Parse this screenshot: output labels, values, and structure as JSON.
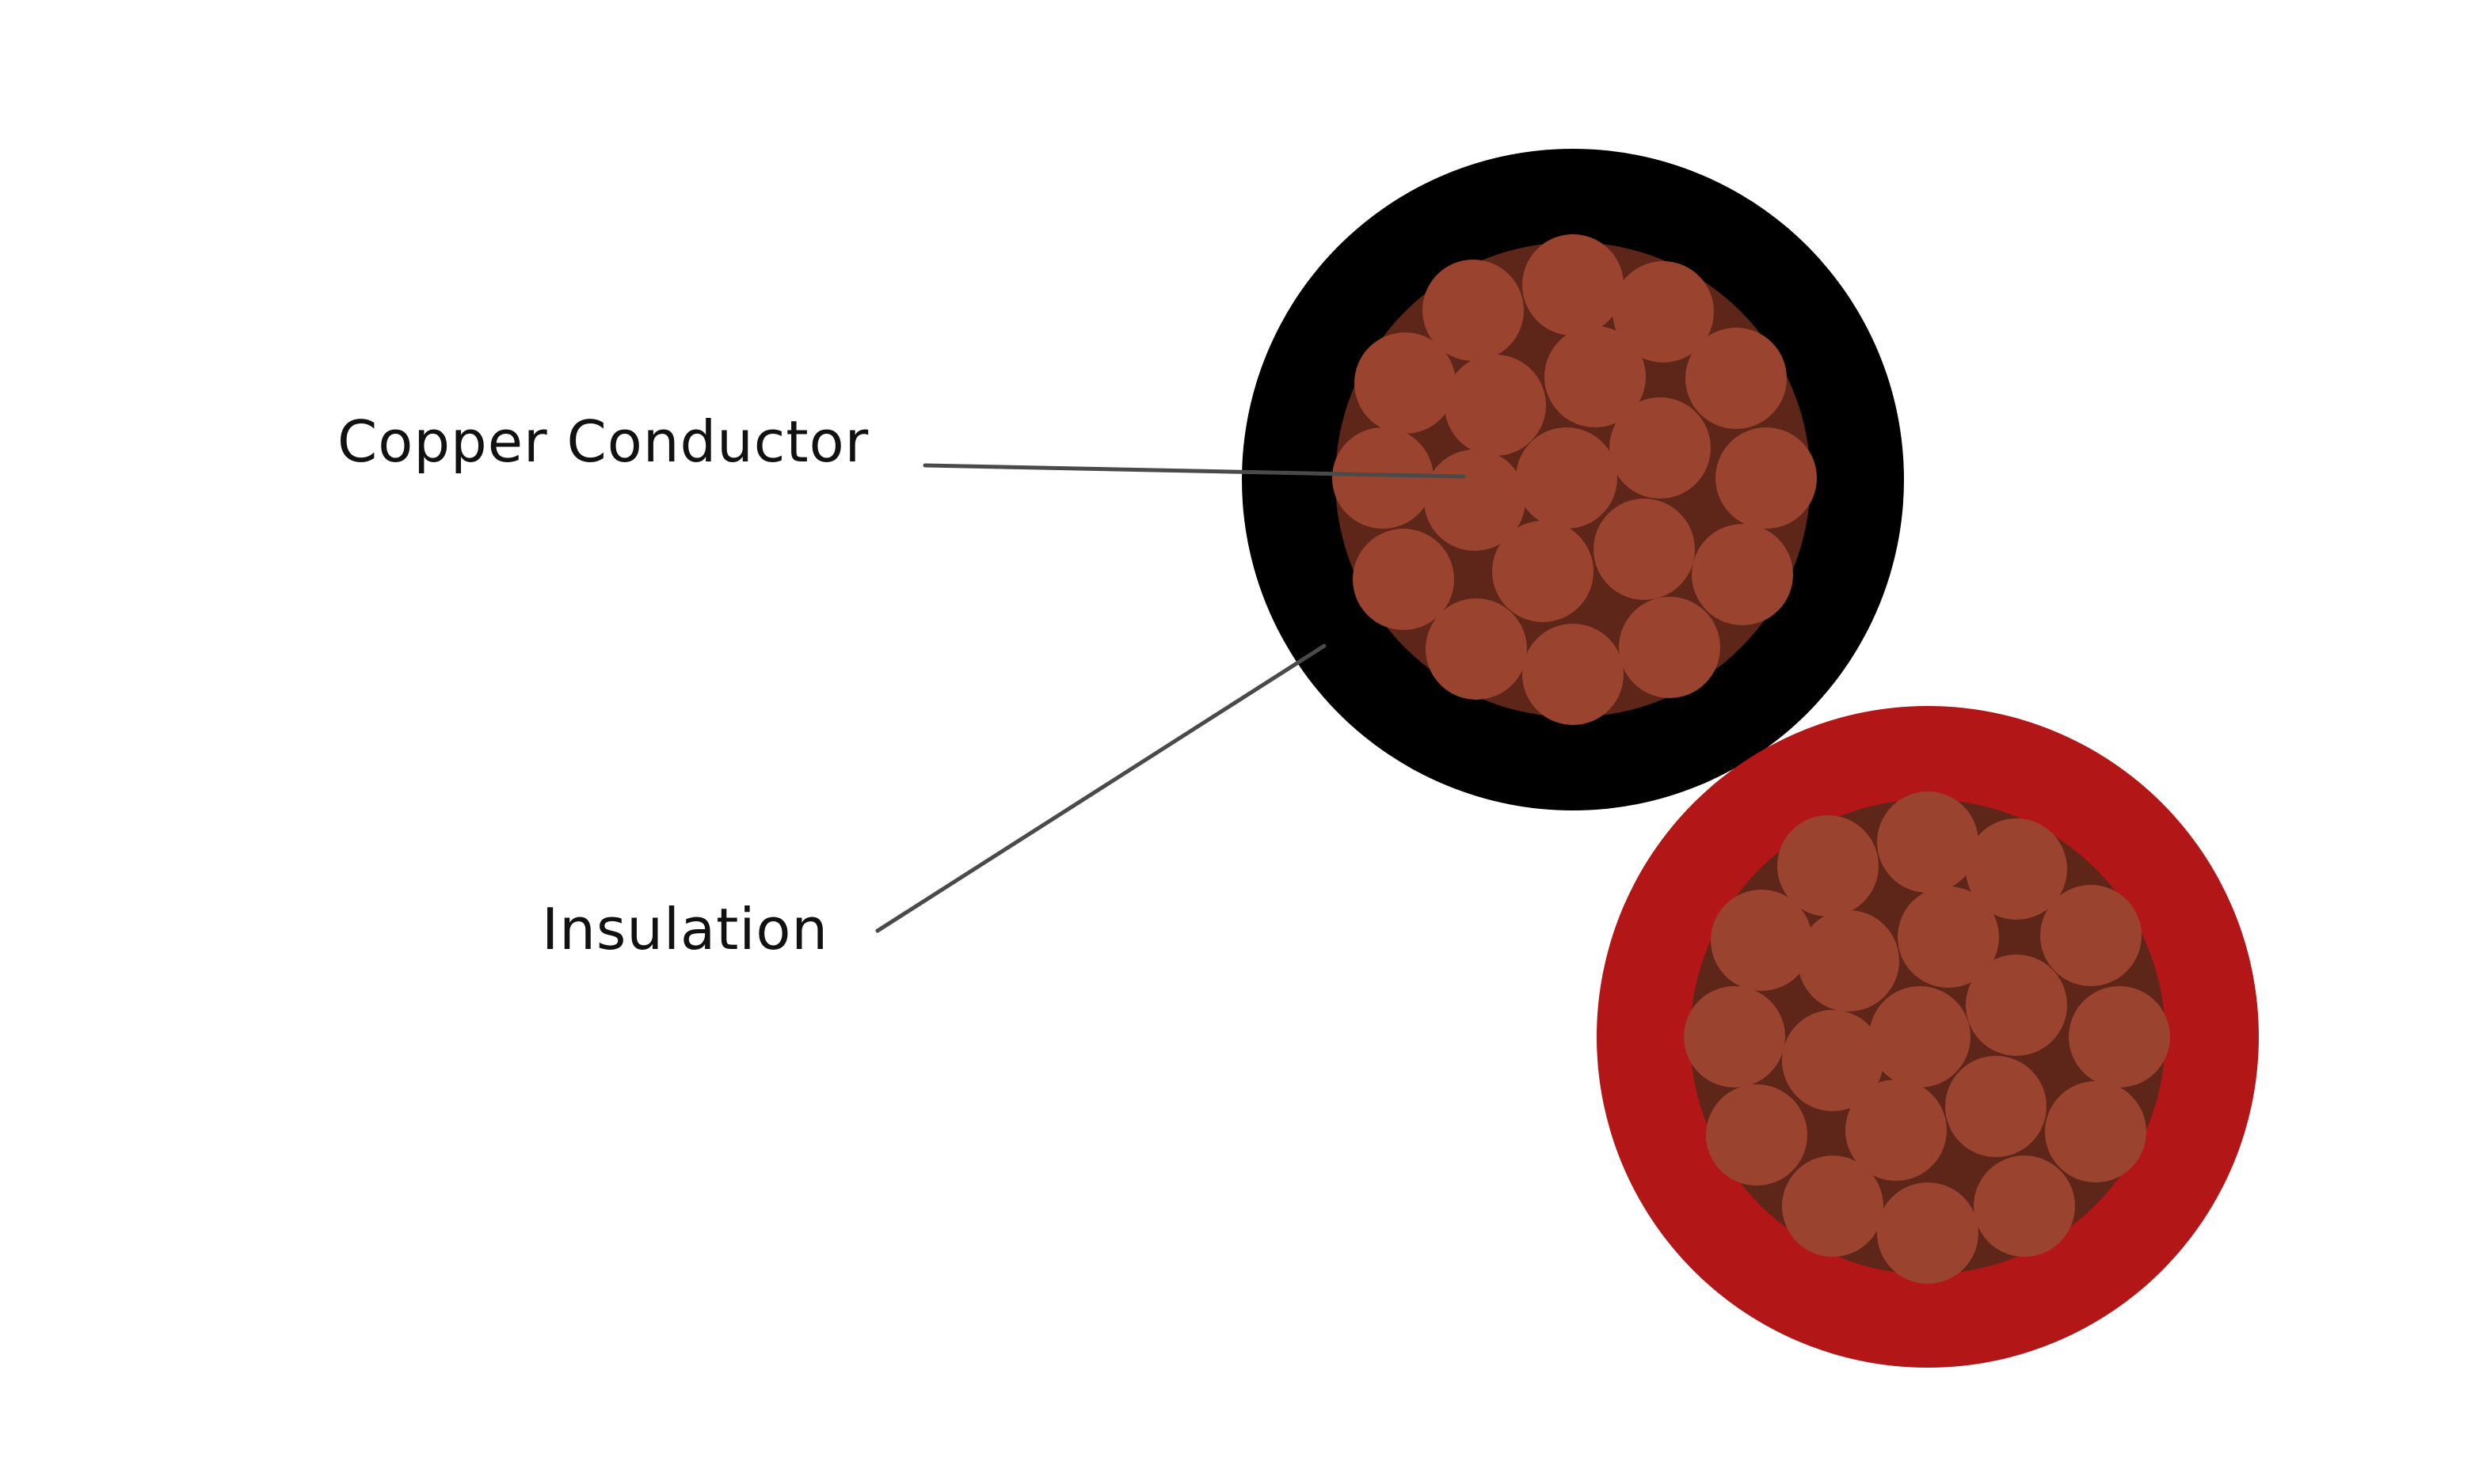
{
  "labels": {
    "copper_conductor": "Copper Conductor",
    "insulation": "Insulation"
  },
  "colors": {
    "background": "#ffffff",
    "black_insulation": "#000000",
    "red_insulation": "#b31616",
    "conductor_core": "#5e2519",
    "copper_strand": "#9a432f",
    "leader_line": "#4a4a4a",
    "text": "#111111"
  },
  "cables": [
    {
      "name": "black-cable",
      "insulation_color": "black"
    },
    {
      "name": "red-cable",
      "insulation_color": "red"
    }
  ],
  "strand_count_per_cable": 19
}
